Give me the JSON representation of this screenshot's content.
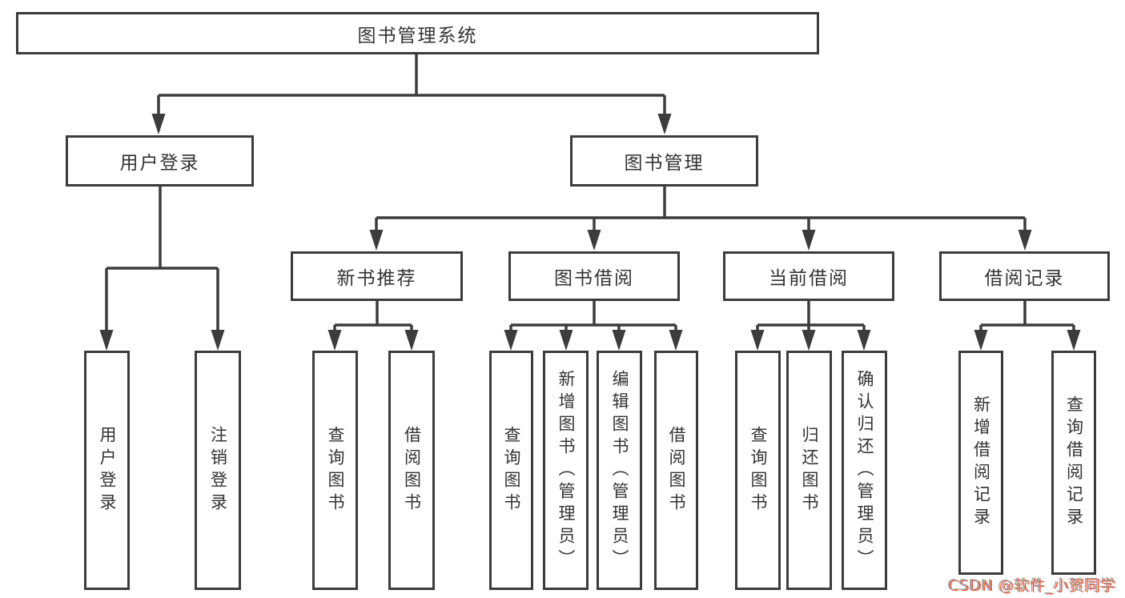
{
  "colors": {
    "bg_color": "#ffffff",
    "line_color": "#3c3c3c",
    "text_color": "#333333",
    "watermark_gray": "#9e9e9e",
    "watermark_red": "#fc5531"
  },
  "tree": {
    "label": "图书管理系统",
    "children": [
      {
        "label": "用户登录",
        "children": [
          {
            "label": "用户登录"
          },
          {
            "label": "注销登录"
          }
        ]
      },
      {
        "label": "图书管理",
        "children": [
          {
            "label": "新书推荐",
            "children": [
              {
                "label": "查询图书"
              },
              {
                "label": "借阅图书"
              }
            ]
          },
          {
            "label": "图书借阅",
            "children": [
              {
                "label": "查询图书"
              },
              {
                "label": "新增图书（管理员）"
              },
              {
                "label": "编辑图书（管理员）"
              },
              {
                "label": "借阅图书"
              }
            ]
          },
          {
            "label": "当前借阅",
            "children": [
              {
                "label": "查询图书"
              },
              {
                "label": "归还图书"
              },
              {
                "label": "确认归还（管理员）"
              }
            ]
          },
          {
            "label": "借阅记录",
            "children": [
              {
                "label": "新增借阅记录"
              },
              {
                "label": "查询借阅记录"
              }
            ]
          }
        ]
      }
    ]
  },
  "watermark": {
    "text": "CSDN @软件_小贺同学"
  }
}
